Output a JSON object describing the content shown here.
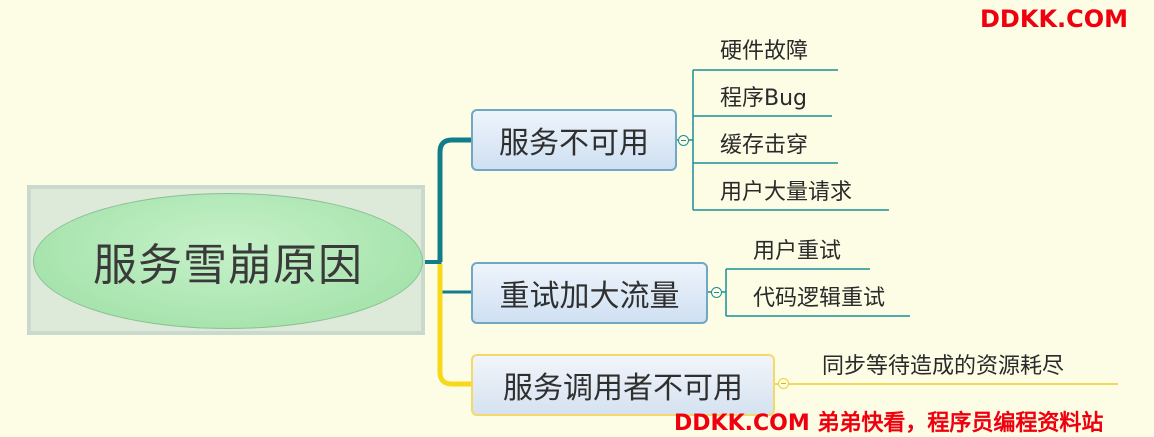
{
  "watermark_top": "DDKK.COM",
  "watermark_bottom": "DDKK.COM 弟弟快看，程序员编程资料站",
  "root": {
    "label": "服务雪崩原因"
  },
  "branches": [
    {
      "label": "服务不可用",
      "children": [
        "硬件故障",
        "程序Bug",
        "缓存击穿",
        "用户大量请求"
      ]
    },
    {
      "label": "重试加大流量",
      "children": [
        "用户重试",
        "代码逻辑重试"
      ]
    },
    {
      "label": "服务调用者不可用",
      "children": [
        "同步等待造成的资源耗尽"
      ]
    }
  ],
  "colors": {
    "teal": "#127c88",
    "yellow": "#f7d91a",
    "leaf_line_teal": "#1a8f96",
    "leaf_line_yellow": "#f1cf2c"
  }
}
